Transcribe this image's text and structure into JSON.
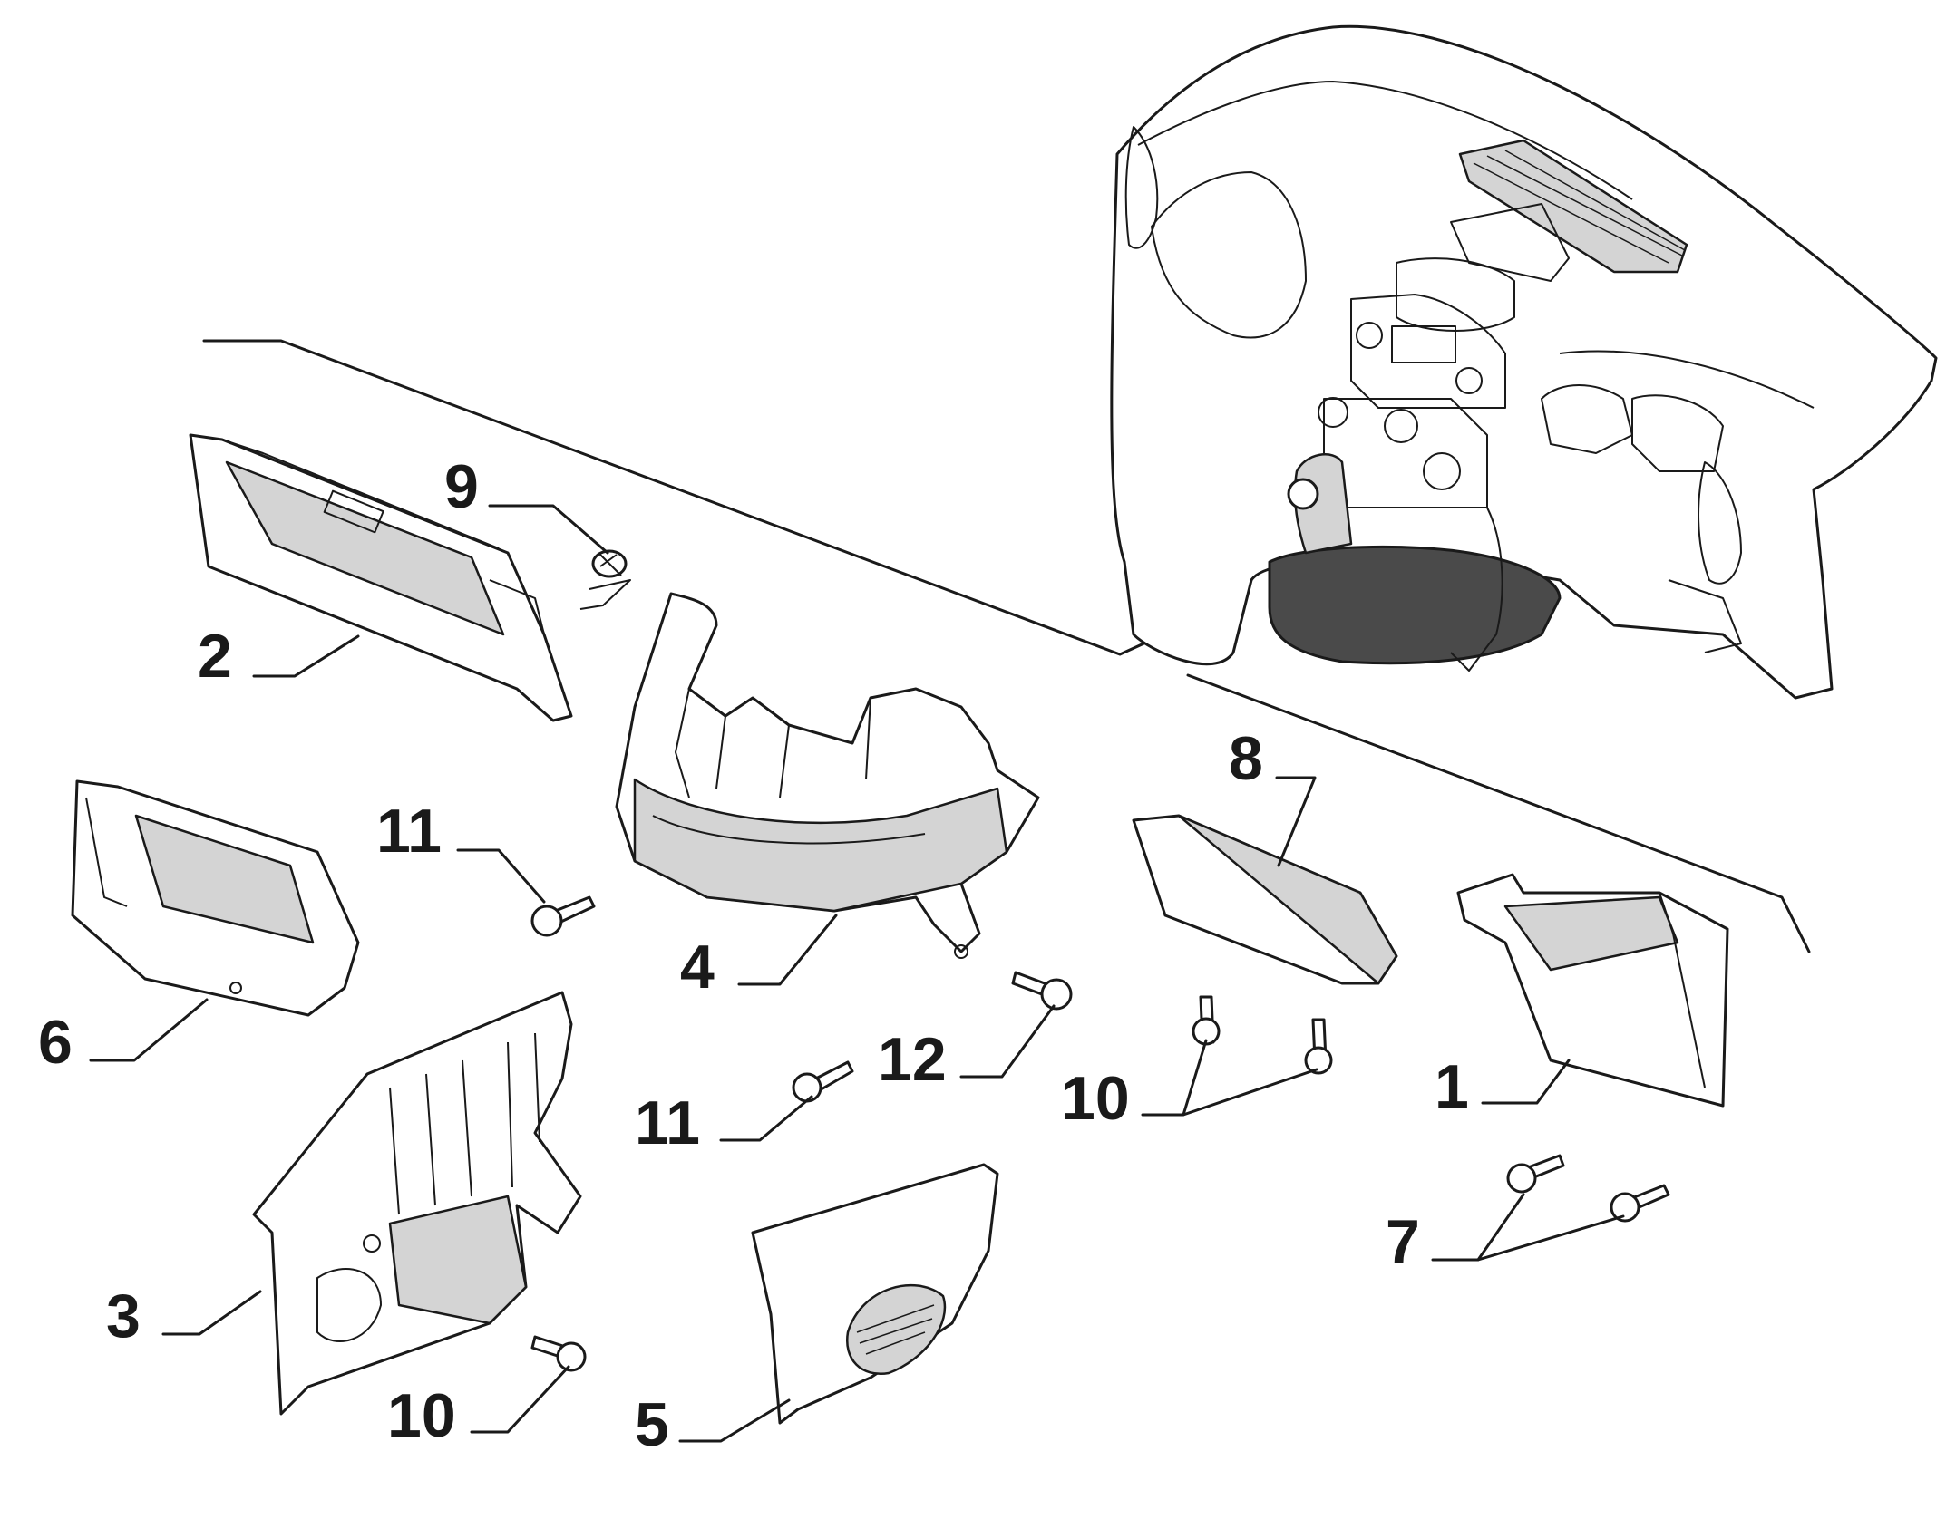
{
  "callouts": [
    {
      "id": "1",
      "label": "1"
    },
    {
      "id": "2",
      "label": "2"
    },
    {
      "id": "3",
      "label": "3"
    },
    {
      "id": "4",
      "label": "4"
    },
    {
      "id": "5",
      "label": "5"
    },
    {
      "id": "6",
      "label": "6"
    },
    {
      "id": "7",
      "label": "7"
    },
    {
      "id": "8",
      "label": "8"
    },
    {
      "id": "9",
      "label": "9"
    },
    {
      "id": "10a",
      "label": "10"
    },
    {
      "id": "10b",
      "label": "10"
    },
    {
      "id": "10c",
      "label": "10"
    },
    {
      "id": "11a",
      "label": "11"
    },
    {
      "id": "11b",
      "label": "11"
    },
    {
      "id": "12",
      "label": "12"
    }
  ]
}
